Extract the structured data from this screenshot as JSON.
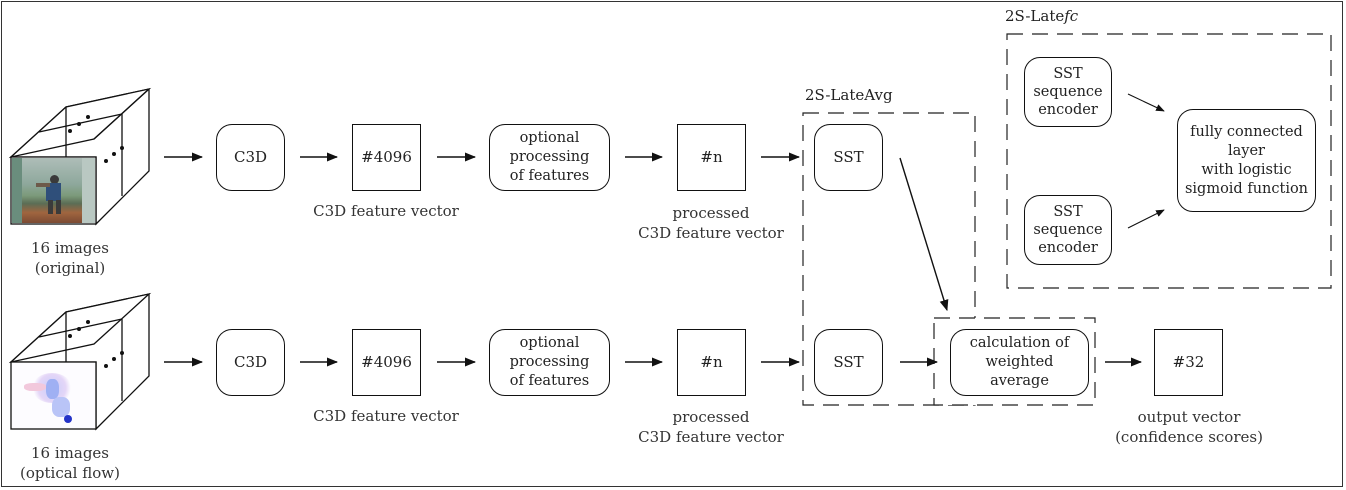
{
  "groups": {
    "late_fc": "2S-Latefc",
    "late_avg": "2S-LateAvg"
  },
  "rows": [
    {
      "input_caption": "16 images\n(original)",
      "c3d": "C3D",
      "feature": "#4096",
      "feature_caption": "C3D feature vector",
      "processing": "optional\nprocessing\nof features",
      "processed": "#n",
      "processed_caption": "processed\nC3D feature vector",
      "sst": "SST"
    },
    {
      "input_caption": "16 images\n(optical flow)",
      "c3d": "C3D",
      "feature": "#4096",
      "feature_caption": "C3D feature vector",
      "processing": "optional\nprocessing\nof features",
      "processed": "#n",
      "processed_caption": "processed\nC3D feature vector",
      "sst": "SST"
    }
  ],
  "late_fc": {
    "encoder_top": "SST\nsequence\nencoder",
    "encoder_bottom": "SST\nsequence\nencoder",
    "fc_layer": "fully connected\nlayer\nwith logistic\nsigmoid function"
  },
  "weighted_average": "calculation of\nweighted\naverage",
  "output": {
    "value": "#32",
    "caption": "output vector\n(confidence scores)"
  },
  "icons": {
    "input_top": "sports-frame-thumbnail",
    "input_bottom": "optical-flow-thumbnail",
    "ellipsis": "dots-icon"
  }
}
